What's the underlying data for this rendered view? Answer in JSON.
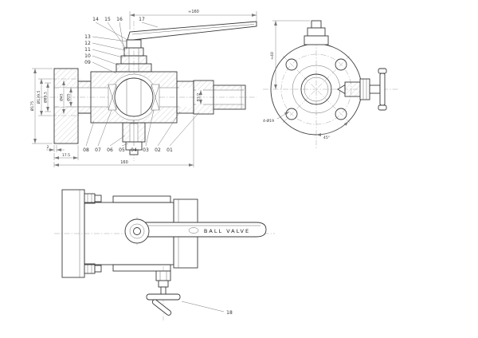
{
  "drawing": {
    "section_view": {
      "callouts_top": [
        "14",
        "15",
        "16",
        "17"
      ],
      "callouts_left": [
        "13",
        "12",
        "11",
        "10",
        "09"
      ],
      "callouts_bottom": [
        "08",
        "07",
        "06",
        "05",
        "04",
        "03",
        "02",
        "01"
      ],
      "dims": {
        "handle_length": "≈160",
        "flange_od": "Ø175",
        "bolt_circle": "Ø139.5",
        "raised_face": "Ø89.5",
        "counterbore": "Ø45",
        "bore": "Ø25",
        "outlet_thread": "R1/2",
        "face_gap": "2",
        "flange_thickness": "17.5",
        "overall_length": "160"
      }
    },
    "front_view": {
      "dims": {
        "stem_height": "≈40",
        "bolt_holes": "4-Ø19",
        "bolt_angle": "45°"
      }
    },
    "side_view": {
      "handle_label": "BALL VALVE"
    },
    "drain_detail": {
      "callout": "18"
    }
  }
}
